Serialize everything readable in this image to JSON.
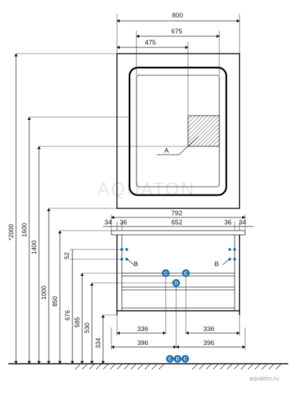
{
  "mirror": {
    "width_overall": "800",
    "width_inner": "675",
    "width_center": "475",
    "callout": "A"
  },
  "vanity": {
    "top_width": "792",
    "inner_width": "652",
    "edge_left_outer": "34",
    "edge_left_inner": "36",
    "edge_right_inner": "36",
    "edge_right_outer": "34",
    "bracket_label_left": "B",
    "bracket_label_right": "B",
    "hole_offset": "52",
    "center_label": "D",
    "half_inner_left": "336",
    "half_inner_right": "336",
    "half_outer_left": "396",
    "half_outer_right": "396"
  },
  "heights": {
    "total": "*2000",
    "h1600": "1600",
    "h1400": "1400",
    "h1000": "1000",
    "h850": "850",
    "h676": "676",
    "h585": "585",
    "h530": "530",
    "h334": "334"
  },
  "floor_connectors": [
    "C",
    "D",
    "C"
  ],
  "vanity_connectors": [
    "C",
    "C"
  ],
  "watermark": {
    "site": "aquaton.ru",
    "logo": "AQUATON"
  },
  "colors": {
    "connector": "#1e6fb0",
    "line": "#1a1a1a"
  }
}
